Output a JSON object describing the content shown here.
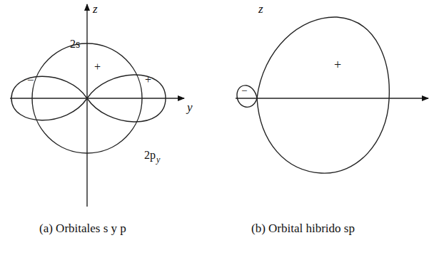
{
  "diagram": {
    "labels": [
      "z",
      "y",
      "2s",
      "+",
      "−",
      "+",
      "2p",
      "y",
      "z",
      "+",
      "−",
      "(a) Orbitales s y p",
      "(b) Orbital hibrido sp"
    ]
  }
}
